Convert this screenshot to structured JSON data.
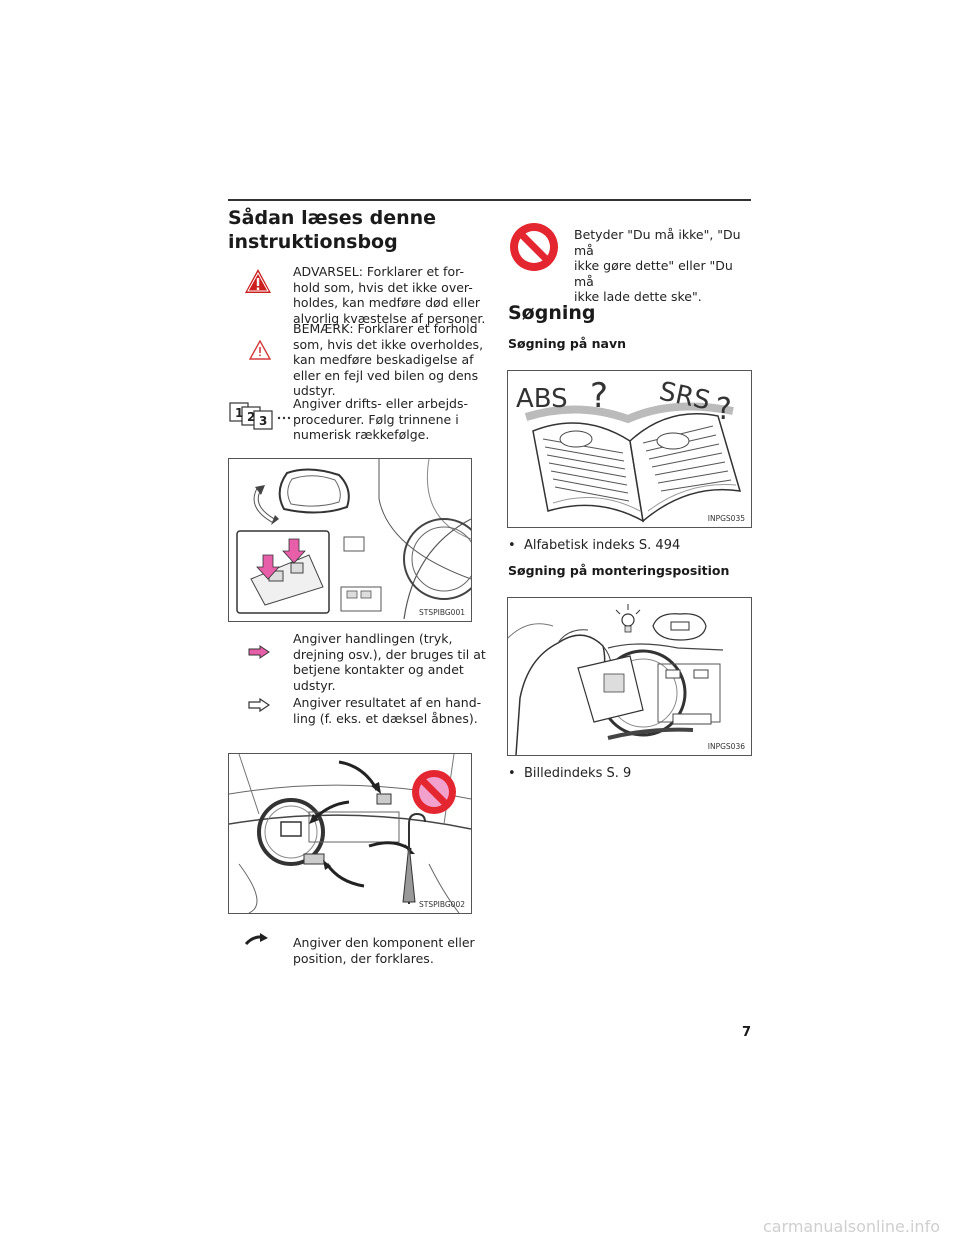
{
  "heading": {
    "line1": "Sådan læses denne",
    "line2": "instruktionsbog"
  },
  "symbols": {
    "warning": "ADVARSEL: Forklarer et for-hold som, hvis det ikke over-holdes, kan medføre død eller alvorlig kvæstelse af personer.",
    "warning_lines": [
      "ADVARSEL: Forklarer et for-",
      "hold som, hvis det ikke over-",
      "holdes, kan medføre død eller",
      "alvorlig kvæstelse af personer."
    ],
    "notice_lines": [
      "BEMÆRK: Forklarer et forhold",
      "som, hvis det ikke overholdes,",
      "kan medføre beskadigelse af",
      "eller en fejl ved bilen og dens",
      "udstyr."
    ],
    "steps_lines": [
      "Angiver drifts- eller arbejds-",
      "procedurer. Følg trinnene i",
      "numerisk rækkefølge."
    ],
    "steps_digits": [
      "1",
      "2",
      "3"
    ],
    "action_lines": [
      "Angiver handlingen (tryk,",
      "drejning osv.), der bruges til at",
      "betjene kontakter og andet",
      "udstyr."
    ],
    "result_lines": [
      "Angiver resultatet af en hand-",
      "ling (f. eks. et dæksel åbnes)."
    ],
    "component_lines": [
      "Angiver den komponent eller",
      "position, der forklares."
    ],
    "prohibit_lines": [
      "Betyder \"Du må ikke\", \"Du må",
      "ikke gøre dette\" eller \"Du må",
      "ikke lade dette ske\"."
    ]
  },
  "figures": {
    "mirror": "STSPIBG001",
    "dash": "STSPIBG002",
    "book": "INPGS035",
    "driver": "INPGS036",
    "book_word1": "ABS",
    "book_word2": "SRS",
    "book_q": "?"
  },
  "search": {
    "title": "Søgning",
    "by_name": "Søgning på navn",
    "bullet1": "Alfabetisk indeks S. 494",
    "by_position": "Søgning på monteringsposition",
    "bullet2": "Billedindeks S. 9"
  },
  "page_number": "7",
  "watermark": "carmanualsonline.info",
  "colors": {
    "warning_red": "#cc2020",
    "prohibit_red": "#e3262f",
    "action_pink": "#e65fa8",
    "accent_pink": "#f2a0cc"
  }
}
